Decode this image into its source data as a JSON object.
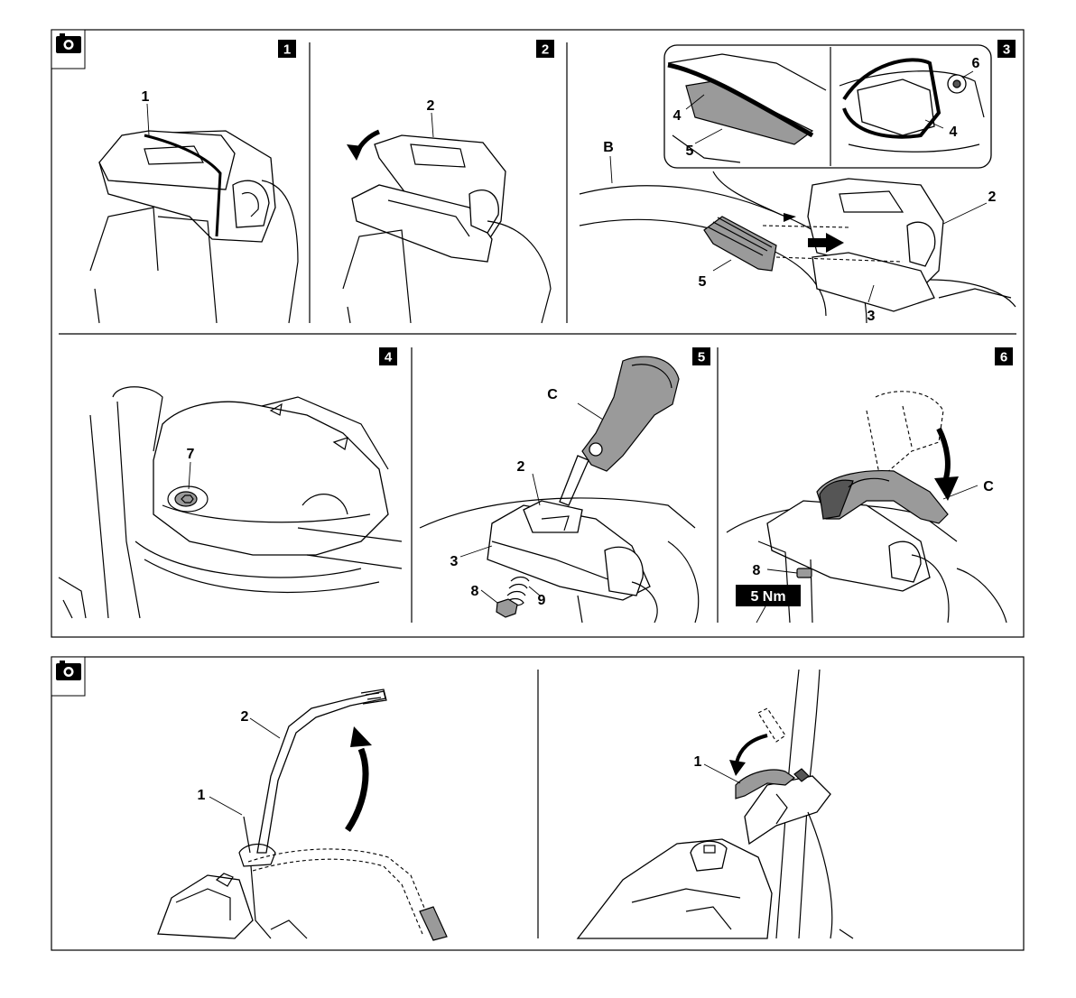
{
  "icons": [
    "camera-icon",
    "curved-arrow-icon",
    "straight-arrow-icon"
  ],
  "top_figure": {
    "steps": [
      {
        "number": "1",
        "labels": [
          "1"
        ]
      },
      {
        "number": "2",
        "labels": [
          "2"
        ]
      },
      {
        "number": "3",
        "labels": [
          "B",
          "2",
          "3",
          "4",
          "4",
          "5",
          "5",
          "6"
        ]
      },
      {
        "number": "4",
        "labels": [
          "7"
        ]
      },
      {
        "number": "5",
        "labels": [
          "C",
          "2",
          "3",
          "8",
          "9"
        ]
      },
      {
        "number": "6",
        "labels": [
          "C",
          "8"
        ],
        "torque": "5 Nm"
      }
    ]
  },
  "bottom_figure": {
    "left_labels": [
      "2",
      "1"
    ],
    "right_labels": [
      "1"
    ]
  }
}
